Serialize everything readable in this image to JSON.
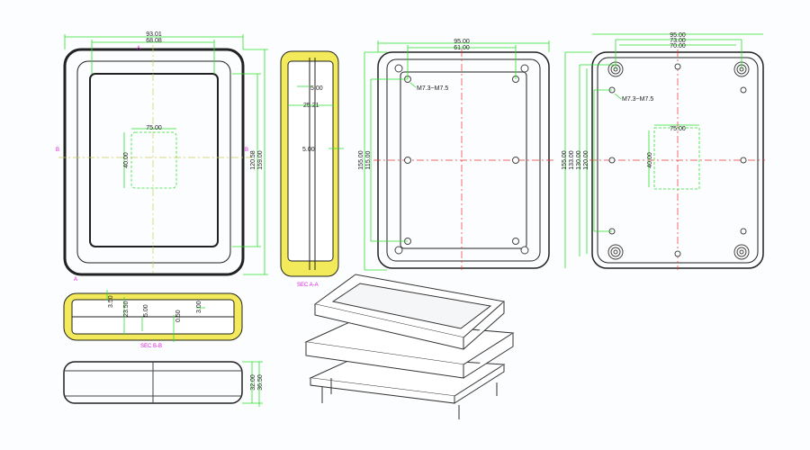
{
  "front_view": {
    "width_outer": "93.01",
    "width_inner": "68.08",
    "window_width": "75.00",
    "window_height": "40.00",
    "height_inner": "120.58",
    "height_outer": "159.00",
    "section_a": "A",
    "section_b": "B"
  },
  "section_aa": {
    "dim_top": "5.00",
    "dim_mid": "25.21",
    "dim_low": "5.00",
    "label": "SEC A-A"
  },
  "section_bb": {
    "d1": "3.50",
    "d2": "23.50",
    "d3": "5.00",
    "d4": "0.50",
    "d5": "3.00",
    "label": "SEC B-B"
  },
  "side_view": {
    "h_inner": "32.00",
    "h_outer": "36.50"
  },
  "inner_view": {
    "width": "95.00",
    "hole_span": "61.00",
    "screw": "M7.3~M7.5",
    "height": "155.00",
    "hole_height": "115.00"
  },
  "back_view": {
    "width": "95.00",
    "w2": "73.00",
    "w3": "70.00",
    "screw": "M7.3~M7.5",
    "window_width": "75.00",
    "window_height": "40.00",
    "h1": "155.00",
    "h2": "133.00",
    "h3": "130.00",
    "h4": "120.00"
  }
}
